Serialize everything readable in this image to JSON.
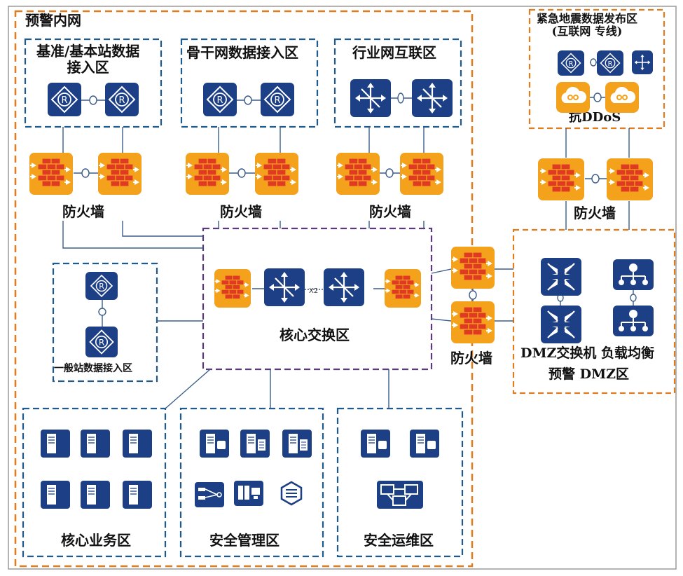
{
  "title": "预警内网",
  "zones": {
    "reference_station": "基准/基本站数据\n接入区",
    "backbone": "骨干网数据接入区",
    "industry": "行业网互联区",
    "emergency": "紧急地震数据发布区\n(互联网 专线)",
    "anti_ddos": "抗DDoS",
    "general_station": "一般站数据接入区",
    "core_switch": "核心交换区",
    "dmz_devices": "DMZ交换机 负载均衡",
    "dmz": "预警 DMZ区",
    "core_business": "核心业务区",
    "security_mgmt": "安全管理区",
    "security_ops": "安全运维区"
  },
  "firewall_label": "防火墙",
  "link_label_x2": "X2",
  "colors": {
    "outer_border": "#e07b20",
    "zone_blue": "#1f5a8c",
    "core_purple": "#5b3a7a",
    "device_blue": "#1d3f86",
    "firewall_orange": "#f4a11c",
    "firewall_red": "#e03a24",
    "line": "#3c5d8a"
  },
  "icons": [
    "router-icon",
    "switch-icon",
    "firewall-icon",
    "server-icon",
    "cloud-icon",
    "load-balancer-icon",
    "monitor-icon",
    "console-icon"
  ]
}
